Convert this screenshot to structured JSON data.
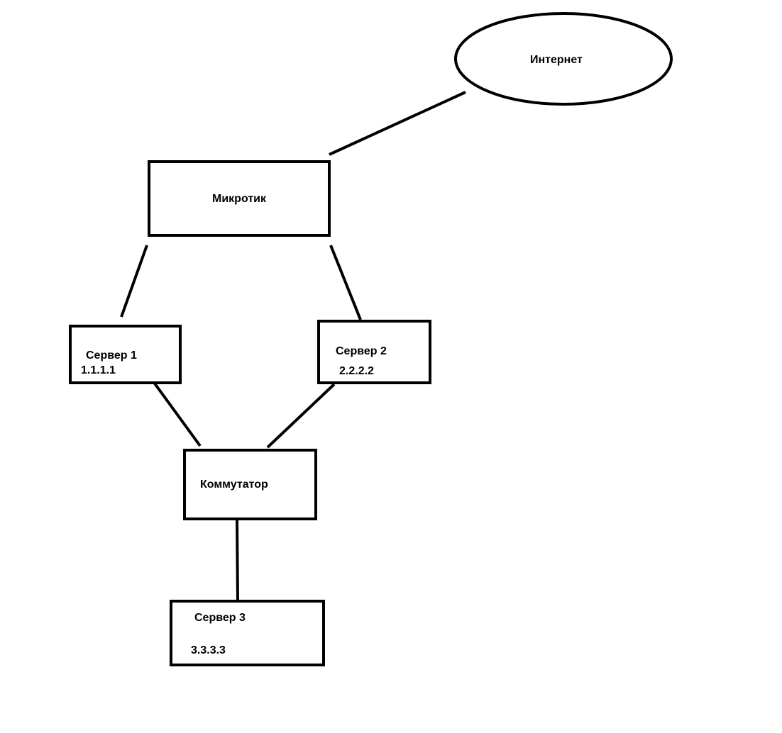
{
  "diagram": {
    "colors": {
      "background": "#ffffff",
      "stroke": "#000000",
      "text": "#000000"
    },
    "internet": {
      "label": "Интернет"
    },
    "router": {
      "label": "Микротик"
    },
    "server1": {
      "label": "Сервер 1",
      "ip": "1.1.1.1"
    },
    "server2": {
      "label": "Сервер 2",
      "ip": "2.2.2.2"
    },
    "switch": {
      "label": "Коммутатор"
    },
    "server3": {
      "label": "Сервер 3",
      "ip": "3.3.3.3"
    },
    "connections": [
      {
        "from": "internet",
        "to": "router"
      },
      {
        "from": "router",
        "to": "server1"
      },
      {
        "from": "router",
        "to": "server2"
      },
      {
        "from": "server1",
        "to": "switch"
      },
      {
        "from": "server2",
        "to": "switch"
      },
      {
        "from": "switch",
        "to": "server3"
      }
    ]
  }
}
